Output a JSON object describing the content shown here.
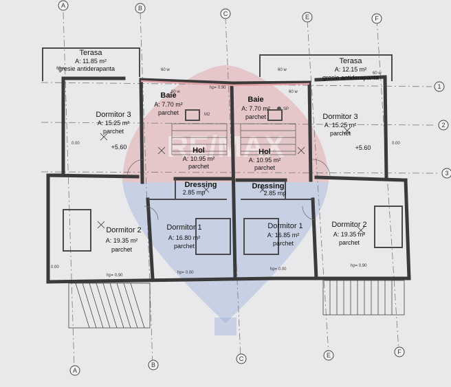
{
  "axes_top": [
    "A",
    "B",
    "C",
    "E",
    "F"
  ],
  "axes_bottom": [
    "A",
    "B",
    "C",
    "E",
    "F"
  ],
  "axes_right": [
    "1",
    "2",
    "3"
  ],
  "rooms": {
    "terasa_left": {
      "name": "Terasa",
      "area": "A: 11.85 m²",
      "finish": "gresie antiderapanta"
    },
    "terasa_right": {
      "name": "Terasa",
      "area": "A: 12.15 m²",
      "finish": "gresie antiderapanta"
    },
    "baie_left": {
      "name": "Baie",
      "area": "A: 7.70 m²",
      "finish": "parchet"
    },
    "baie_right": {
      "name": "Baie",
      "area": "A: 7.70 m²",
      "finish": "parchet"
    },
    "dorm3_left": {
      "name": "Dormitor 3",
      "area": "A: 15.25 m²",
      "finish": "parchet"
    },
    "dorm3_right": {
      "name": "Dormitor 3",
      "area": "A: 15.25 m²",
      "finish": "parchet"
    },
    "hol_left": {
      "name": "Hol",
      "area": "A: 10.95 m²",
      "finish": "parchet"
    },
    "hol_right": {
      "name": "Hol",
      "area": "A: 10.95 m²",
      "finish": "parchet"
    },
    "dressing_left": {
      "name": "Dressing",
      "area": "2.85 mp"
    },
    "dressing_right": {
      "name": "Dressing",
      "area": "2.85 mp"
    },
    "dorm2_left": {
      "name": "Dormitor 2",
      "area": "A: 19.35 m²",
      "finish": "parchet"
    },
    "dorm2_right": {
      "name": "Dormitor 2",
      "area": "A: 19.35 m²",
      "finish": "parchet"
    },
    "dorm1_left": {
      "name": "Dormitor 1",
      "area": "A: 16.80 m²",
      "finish": "parchet"
    },
    "dorm1_right": {
      "name": "Dormitor 1",
      "area": "A: 16.85 m²",
      "finish": "parchet"
    }
  },
  "annotations": {
    "level_left": "+5.60",
    "level_right": "+5.60",
    "m2": "M2",
    "sp": "SP",
    "hp_090": "hp= 0.90",
    "hp_000": "hp= 0.00",
    "w60": "60 w",
    "dim_000": "0.00"
  },
  "watermark": {
    "text": "RE/MAX",
    "colors": {
      "red": "#e38a8a",
      "blue": "#8da6d4"
    }
  }
}
